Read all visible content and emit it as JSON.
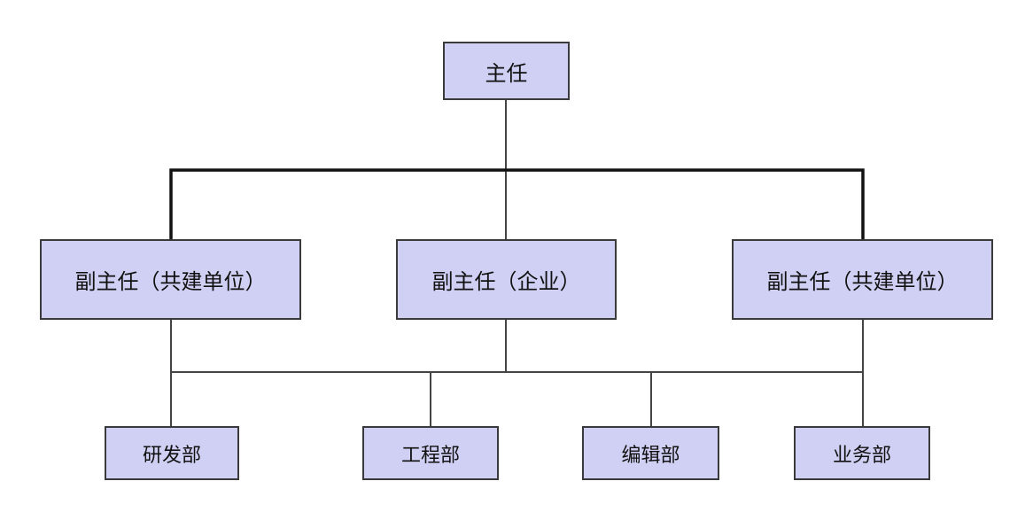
{
  "org_chart": {
    "top": {
      "label": "主任"
    },
    "deputies": [
      {
        "label": "副主任（共建单位）"
      },
      {
        "label": "副主任（企业）"
      },
      {
        "label": "副主任（共建单位）"
      }
    ],
    "departments": [
      {
        "label": "研发部"
      },
      {
        "label": "工程部"
      },
      {
        "label": "编辑部"
      },
      {
        "label": "业务部"
      }
    ]
  },
  "colors": {
    "box_fill": "#cfd0f3",
    "box_border": "#3a3a3a",
    "line": "#444444",
    "thick_line": "#111111",
    "text": "#111111"
  }
}
